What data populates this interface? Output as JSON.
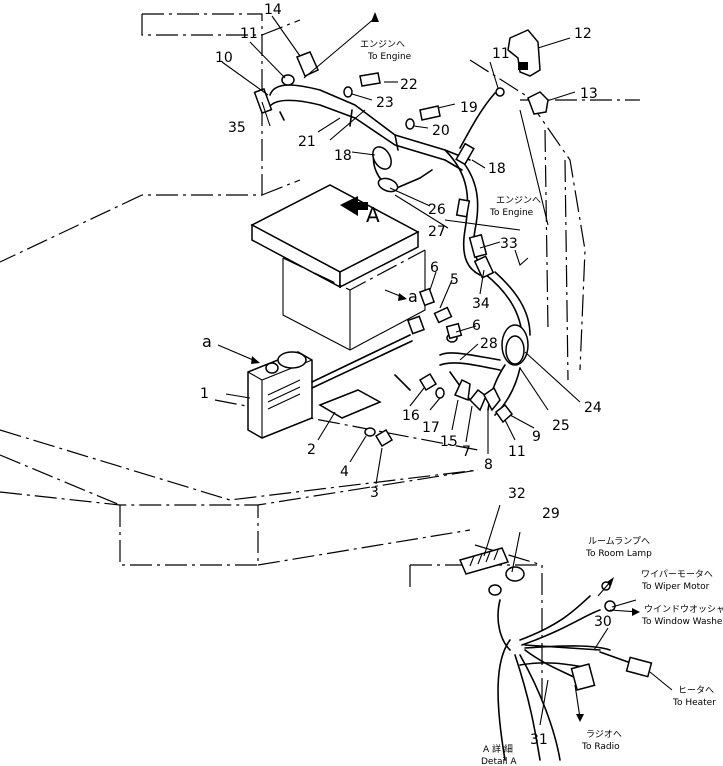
{
  "callouts": [
    "1",
    "2",
    "3",
    "4",
    "5",
    "6",
    "6",
    "7",
    "8",
    "9",
    "10",
    "11",
    "11",
    "11",
    "12",
    "13",
    "14",
    "15",
    "16",
    "17",
    "18",
    "18",
    "19",
    "20",
    "21",
    "22",
    "23",
    "24",
    "25",
    "26",
    "27",
    "28",
    "29",
    "30",
    "31",
    "32",
    "33",
    "34",
    "35"
  ],
  "annotations": {
    "to_engine_top_jp": "エンジンへ",
    "to_engine_top_en": "To Engine",
    "to_engine_mid_jp": "エンジンへ",
    "to_engine_mid_en": "To Engine",
    "to_room_lamp_jp": "ルームランプへ",
    "to_room_lamp_en": "To Room Lamp",
    "to_wiper_jp": "ワイパーモータへ",
    "to_wiper_en": "To Wiper Motor",
    "to_washer_jp": "ウインドウオッシャへ",
    "to_washer_en": "To Window Washer",
    "to_heater_jp": "ヒータへ",
    "to_heater_en": "To Heater",
    "to_radio_jp": "ラジオへ",
    "to_radio_en": "To Radio",
    "detail_jp": "A 詳 細",
    "detail_en": "Detail A",
    "view_A": "A",
    "ref_a_left": "a",
    "ref_a_mid": "a"
  }
}
